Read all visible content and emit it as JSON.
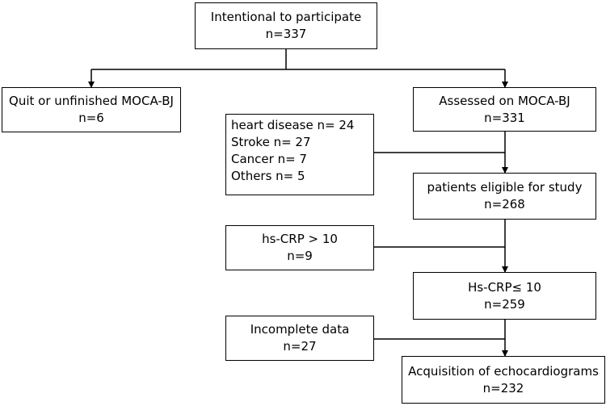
{
  "flowchart": {
    "top_box": {
      "lines": [
        "Intentional to participate",
        "n=337"
      ]
    },
    "quit_box": {
      "lines": [
        "Quit or unfinished MOCA-BJ",
        "n=6"
      ]
    },
    "assessed_box": {
      "lines": [
        "Assessed on MOCA-BJ",
        "n=331"
      ]
    },
    "exclusion_disease_box": {
      "lines": [
        "heart disease n= 24",
        "Stroke n= 27",
        "Cancer n= 7",
        "Others n= 5"
      ]
    },
    "eligible_box": {
      "lines": [
        "patients eligible for study",
        "n=268"
      ]
    },
    "hscrp_excluded_box": {
      "lines": [
        "hs-CRP > 10",
        "n=9"
      ]
    },
    "hscrp_included_box": {
      "lines": [
        "Hs-CRP≤ 10",
        "n=259"
      ]
    },
    "incomplete_box": {
      "lines": [
        "Incomplete data",
        "n=27"
      ]
    },
    "final_box": {
      "lines": [
        "Acquisition of echocardiograms",
        "n=232"
      ]
    }
  }
}
